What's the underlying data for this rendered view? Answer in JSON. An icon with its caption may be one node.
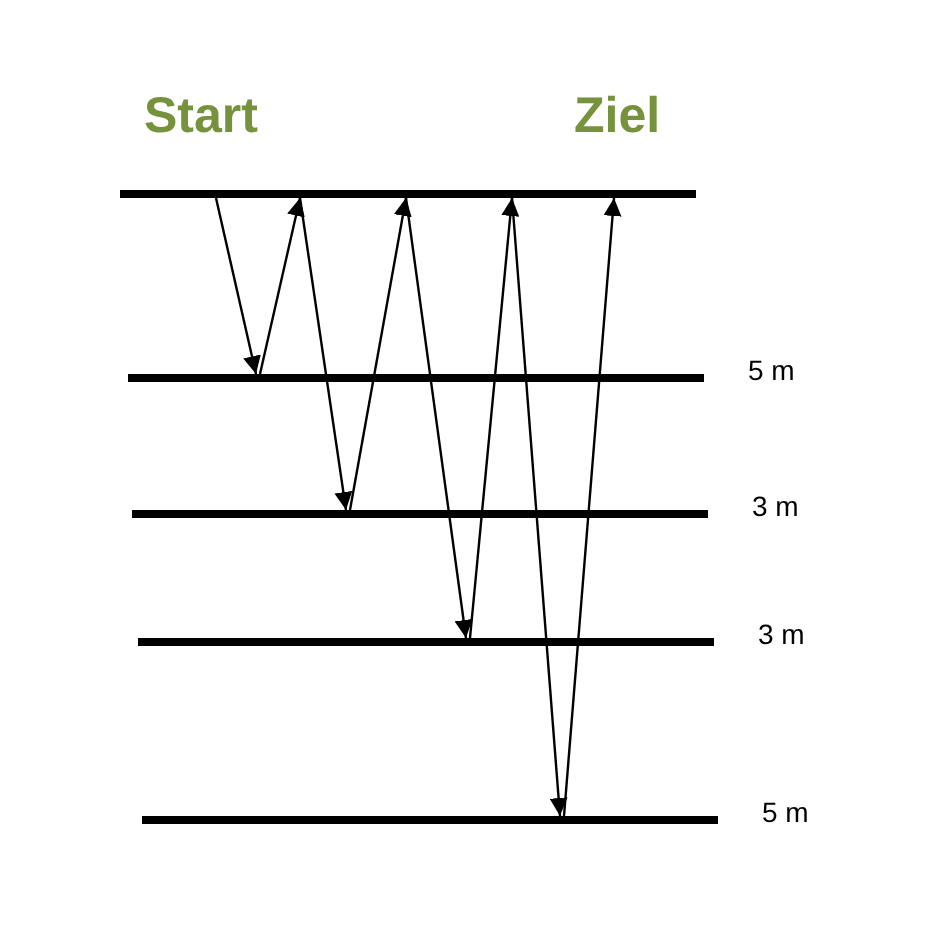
{
  "diagram": {
    "nodes": [
      {
        "text": [],
        "shape": "bar"
      },
      {
        "text": [],
        "shape": "bar",
        "beside": [
          "5 m"
        ]
      },
      {
        "text": [],
        "shape": "bar",
        "beside": [
          "3 m"
        ]
      },
      {
        "text": [],
        "shape": "bar",
        "beside": [
          "3 m"
        ]
      },
      {
        "text": [],
        "shape": "bar",
        "beside": [
          "5 m"
        ]
      }
    ],
    "edges": [
      {
        "from": 0,
        "to": 1,
        "arrow": "to"
      },
      {
        "from": 1,
        "to": 0,
        "arrow": "to"
      },
      {
        "from": 0,
        "to": 2,
        "arrow": "to"
      },
      {
        "from": 2,
        "to": 0,
        "arrow": "to"
      },
      {
        "from": 0,
        "to": 3,
        "arrow": "to"
      },
      {
        "from": 3,
        "to": 0,
        "arrow": "to"
      },
      {
        "from": 0,
        "to": 4,
        "arrow": "to"
      },
      {
        "from": 4,
        "to": 0,
        "arrow": "to"
      }
    ],
    "labels": [
      "Start",
      "Ziel"
    ]
  }
}
